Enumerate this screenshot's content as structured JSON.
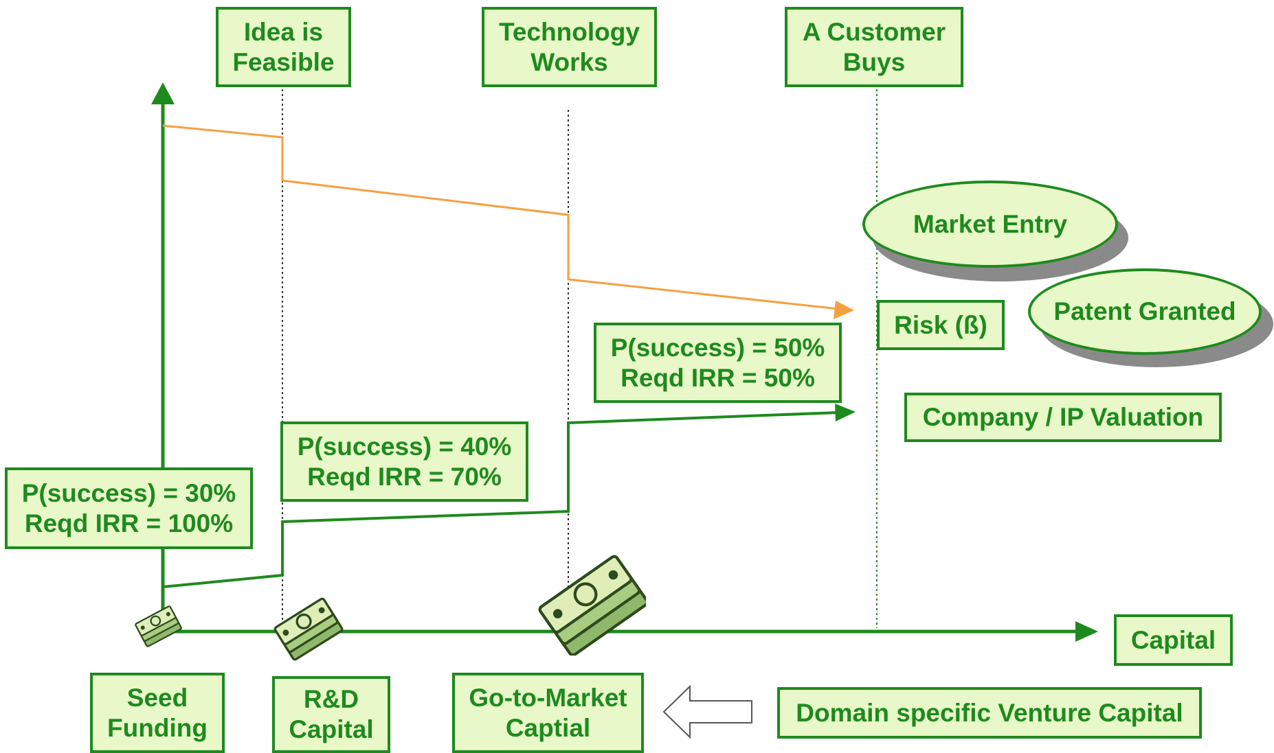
{
  "milestones": {
    "idea": [
      "Idea is",
      "Feasible"
    ],
    "technology": [
      "Technology",
      "Works"
    ],
    "customer": [
      "A Customer",
      "Buys"
    ]
  },
  "stages": [
    {
      "p_success": "P(success) = 30%",
      "irr": "Reqd IRR = 100%"
    },
    {
      "p_success": "P(success) = 40%",
      "irr": "Reqd IRR = 70%"
    },
    {
      "p_success": "P(success) = 50%",
      "irr": "Reqd IRR = 50%"
    }
  ],
  "outputs": {
    "market_entry": "Market Entry",
    "patent_granted": "Patent Granted",
    "risk": "Risk (ß)",
    "valuation": "Company / IP Valuation",
    "capital": "Capital"
  },
  "funding": {
    "seed": [
      "Seed",
      "Funding"
    ],
    "rnd": [
      "R&D",
      "Capital"
    ],
    "gtm": [
      "Go-to-Market",
      "Captial"
    ],
    "vc": "Domain specific Venture Capital"
  },
  "colors": {
    "green": "#1e8a1e",
    "box_fill": "#e8f8c8",
    "risk_line": "#f5a040",
    "shadow": "#8a8a8a"
  },
  "icons": [
    "money-stack-icon",
    "left-arrow-icon"
  ]
}
